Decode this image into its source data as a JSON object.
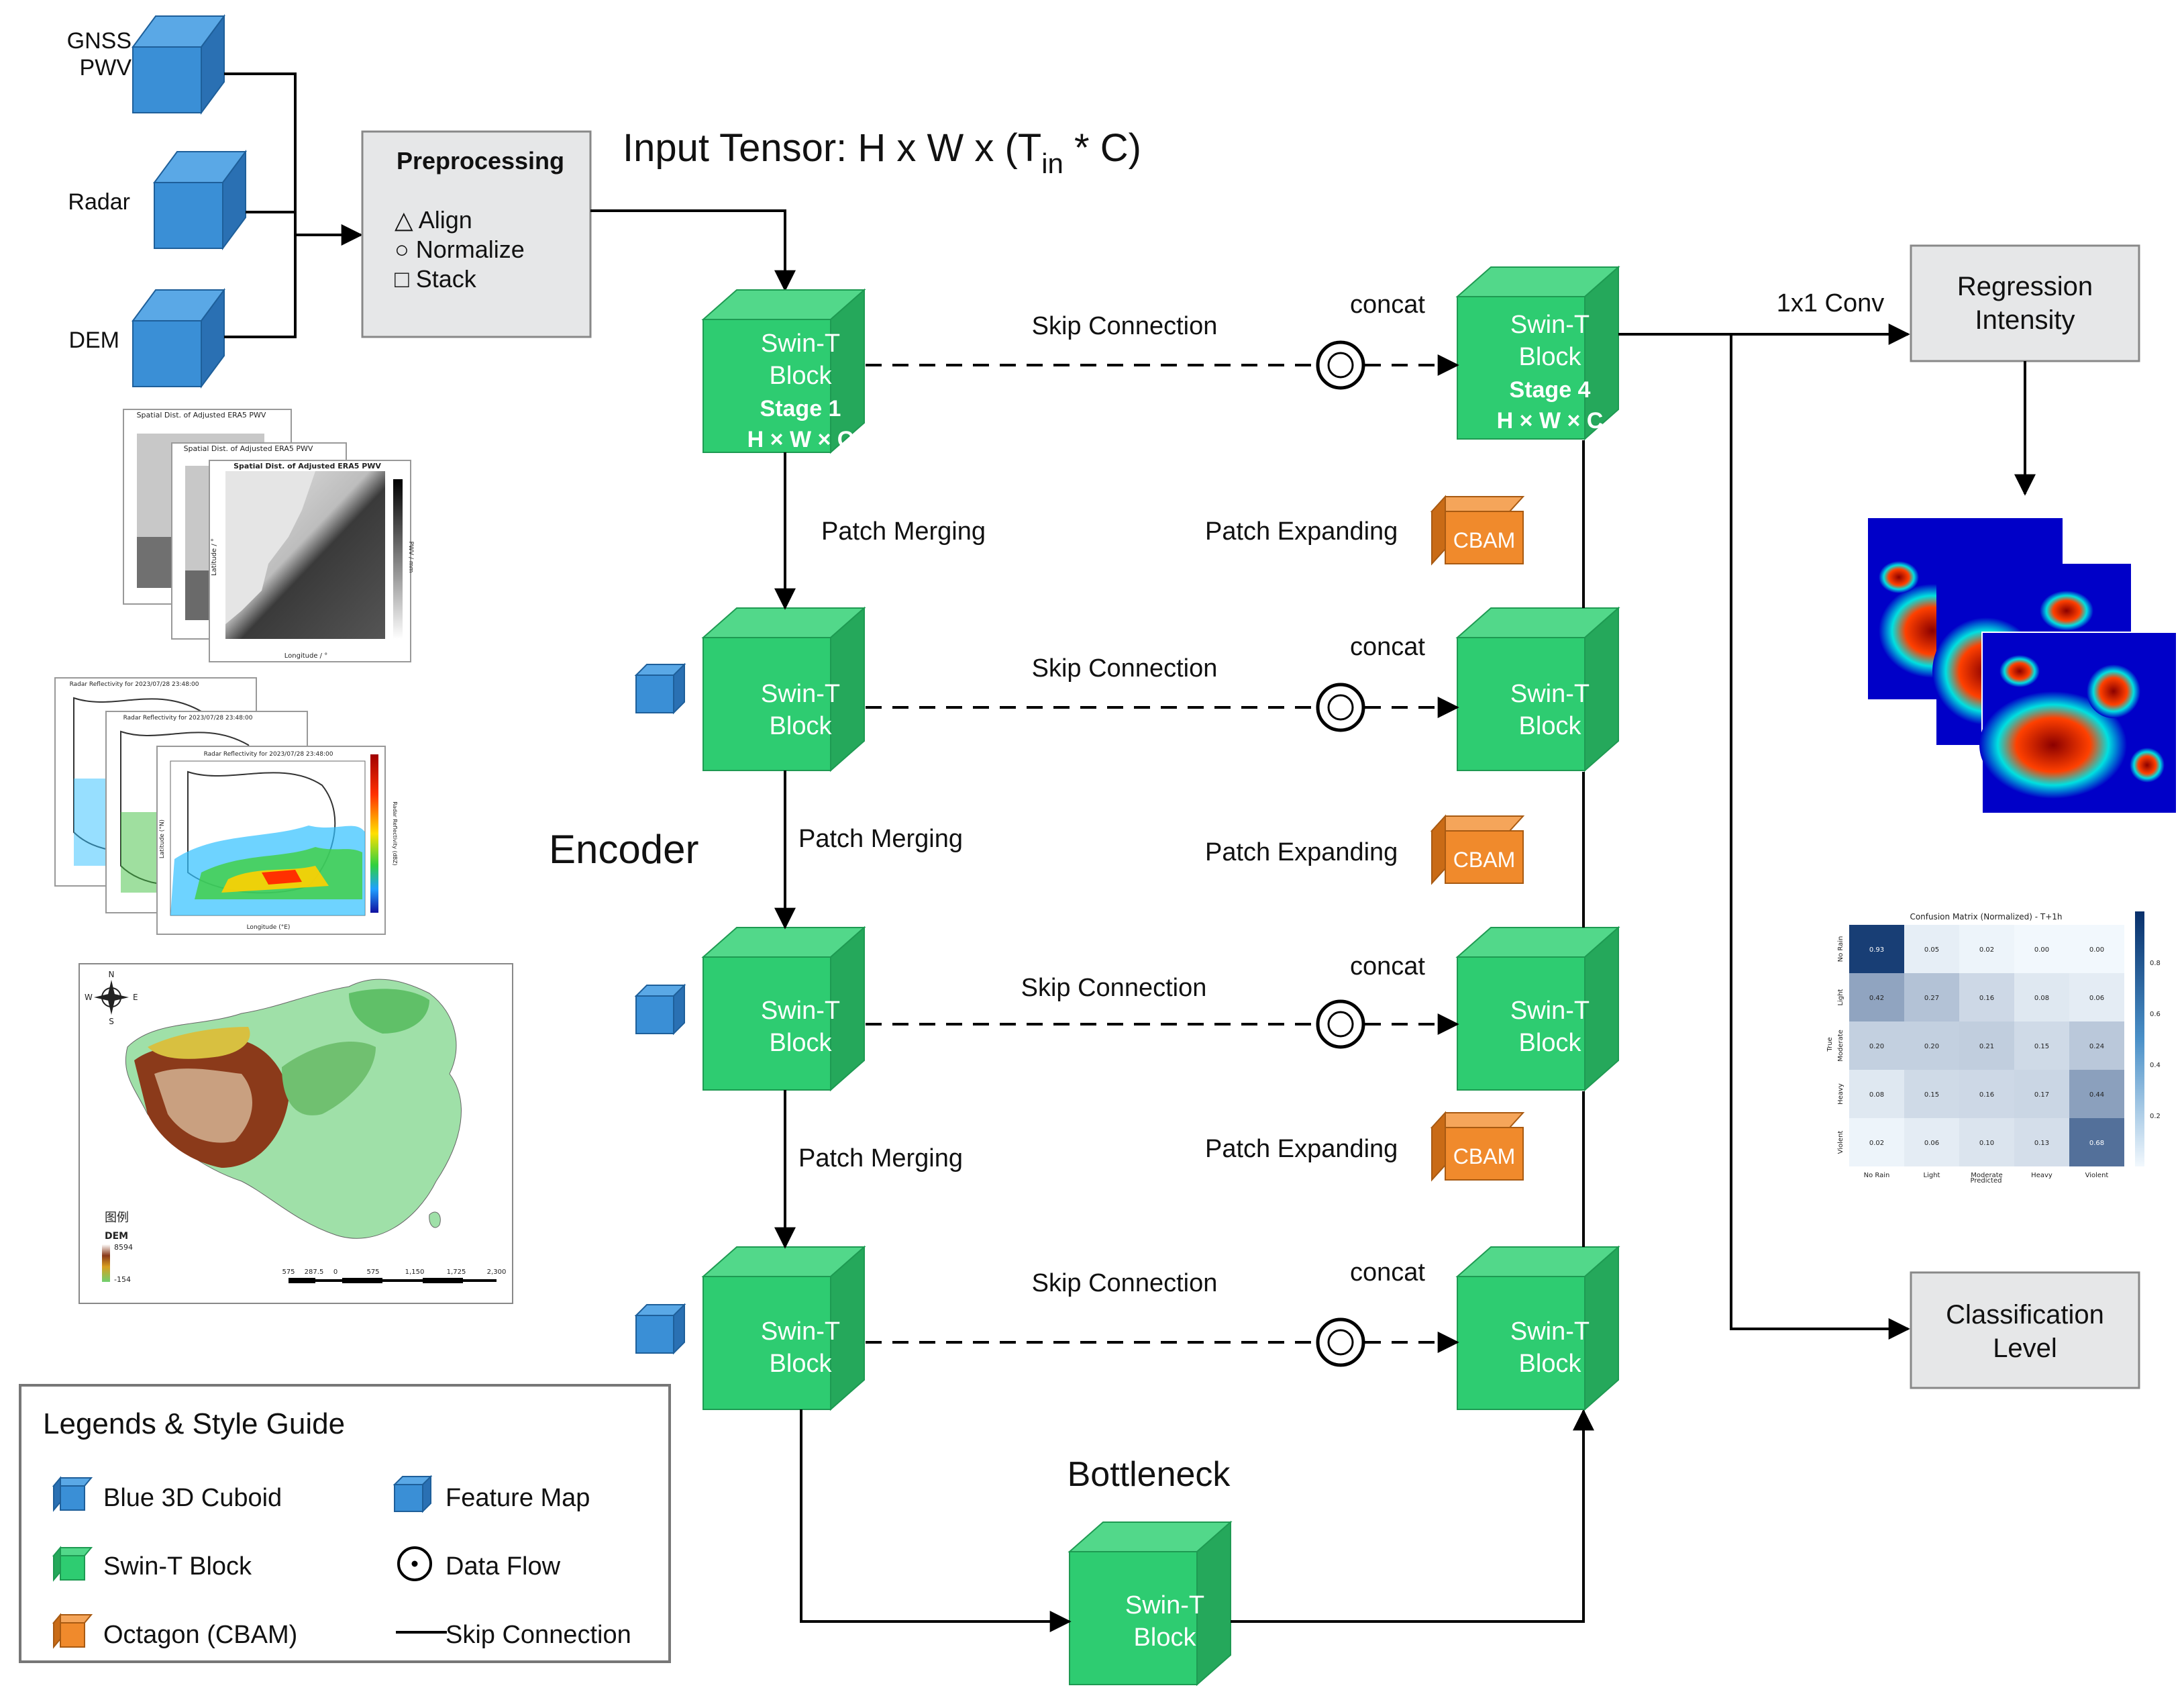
{
  "inputs": {
    "gnss_line1": "GNSS",
    "gnss_line2": "PWV",
    "radar": "Radar",
    "dem": "DEM"
  },
  "preprocessing": {
    "title": "Preprocessing",
    "step1": "△ Align",
    "step2": "○ Normalize",
    "step3": "□ Stack"
  },
  "input_tensor": {
    "prefix": "Input Tensor: H x W x (T",
    "subscript": "in",
    "suffix": " * C)"
  },
  "encoder_label": "Encoder",
  "bottleneck_label": "Bottleneck",
  "blocks": {
    "line1": "Swin-T",
    "line2": "Block",
    "stage1": "Stage 1",
    "stage4": "Stage 4",
    "dims": "H × W × C"
  },
  "edges": {
    "skip_connection": "Skip Connection",
    "concat": "concat",
    "patch_merging": "Patch Merging",
    "patch_expanding": "Patch Expanding",
    "cbam": "CBAM",
    "conv": "1x1 Conv"
  },
  "outputs": {
    "regression_line1": "Regression",
    "regression_line2": "Intensity",
    "classification_line1": "Classification",
    "classification_line2": "Level"
  },
  "thumbnails": {
    "pwv_title": "Spatial Dist. of Adjusted ERA5 PWV",
    "pwv_xlabel": "Longitude / °",
    "pwv_ylabel": "Latitude / °",
    "pwv_cbar": "PWV / mm",
    "radar_title": "Radar Reflectivity for 2023/07/28 23:48:00",
    "radar_xlabel": "Longitude (°E)",
    "radar_ylabel": "Latitude (°N)",
    "radar_cbar": "Radar Reflectivity (dBZ)",
    "dem_legend_title": "图例",
    "dem_legend_name": "DEM",
    "dem_max": "8594",
    "dem_min": "-154",
    "dem_scale": [
      "575",
      "287.5",
      "0",
      "575",
      "1,150",
      "1,725",
      "2,300"
    ],
    "dem_compass": {
      "n": "N",
      "s": "S",
      "e": "E",
      "w": "W"
    }
  },
  "confusion_matrix": {
    "title": "Confusion Matrix (Normalized) - T+1h",
    "ylabel": "True",
    "xlabel": "Predicted",
    "labels": [
      "No Rain",
      "Light",
      "Moderate",
      "Heavy",
      "Violent"
    ],
    "cells": [
      [
        "0.93",
        "0.05",
        "0.02",
        "0.00",
        "0.00"
      ],
      [
        "0.42",
        "0.27",
        "0.16",
        "0.08",
        "0.06"
      ],
      [
        "0.20",
        "0.20",
        "0.21",
        "0.15",
        "0.24"
      ],
      [
        "0.08",
        "0.15",
        "0.16",
        "0.17",
        "0.44"
      ],
      [
        "0.02",
        "0.06",
        "0.10",
        "0.13",
        "0.68"
      ]
    ],
    "colorbar_ticks": [
      "0.8",
      "0.6",
      "0.4",
      "0.2"
    ]
  },
  "legend": {
    "title": "Legends & Style Guide",
    "items": [
      "Blue 3D Cuboid",
      "Feature Map",
      "Swin-T Block",
      "Data Flow",
      "Octagon (CBAM)",
      "Skip Connection"
    ]
  },
  "colors": {
    "blue_front": "#3a8fd6",
    "blue_top": "#5aa8e6",
    "blue_side": "#2a70b3",
    "green_front": "#2ecc71",
    "green_top": "#52d88a",
    "green_side": "#25a85b",
    "orange_front": "#f08a2c",
    "orange_top": "#f5a55a",
    "orange_side": "#c96b16",
    "gray_box": "#e6e7e8"
  }
}
